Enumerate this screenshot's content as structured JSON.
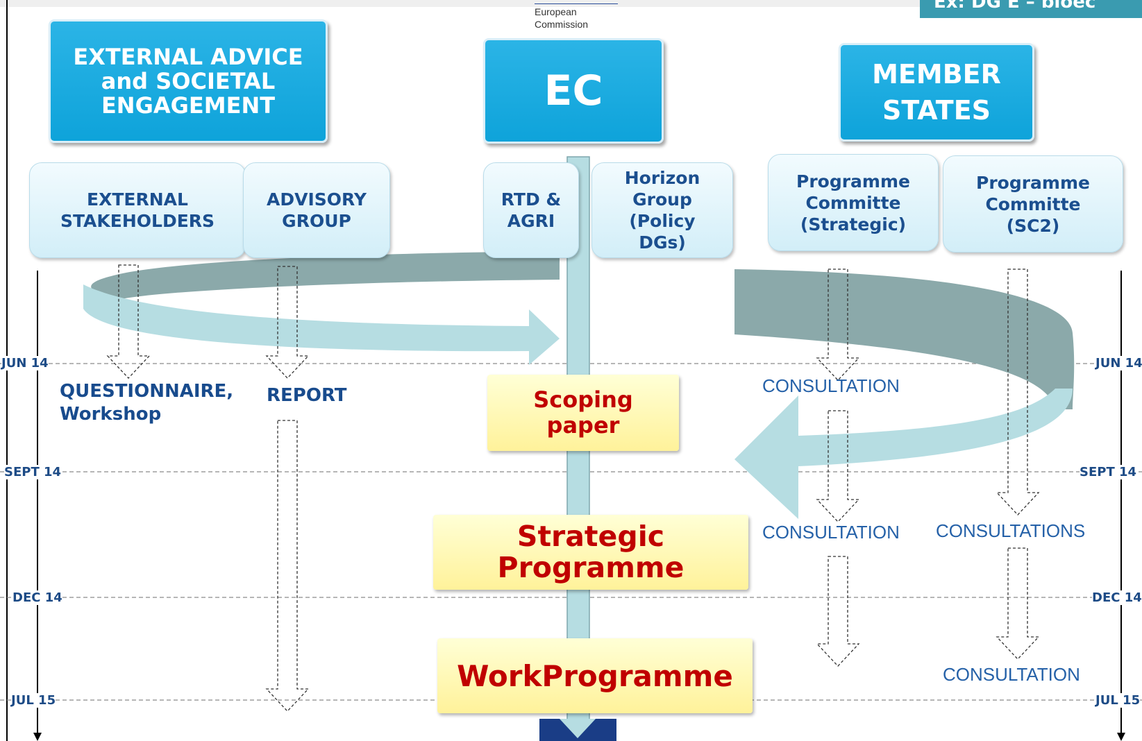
{
  "logo": {
    "line1": "European",
    "line2": "Commission"
  },
  "corner_banner": "Ex: DG E – bioec",
  "headers": {
    "external": "EXTERNAL ADVICE\nand  SOCIETAL\nENGAGEMENT",
    "ec": "EC",
    "member_states": "MEMBER\nSTATES"
  },
  "groups": {
    "external_stakeholders": "EXTERNAL\nSTAKEHOLDERS",
    "advisory_group": "ADVISORY\nGROUP",
    "rtd_agri": "RTD &\nAGRI",
    "horizon_group": "Horizon\nGroup\n(Policy\nDGs)",
    "programme_committee_strategic": "Programme\nCommitte\n(Strategic)",
    "programme_committee_sc2": "Programme\nCommitte\n(SC2)"
  },
  "outputs": {
    "questionnaire": "QUESTIONNAIRE,\nWorkshop",
    "report": "REPORT",
    "scoping_paper": "Scoping\npaper",
    "strategic_programme": "Strategic\nProgramme",
    "work_programme": "WorkProgramme",
    "consultation_1": "CONSULTATION",
    "consultation_2": "CONSULTATION",
    "consultations": "CONSULTATIONS",
    "consultation_3": "CONSULTATION"
  },
  "timeline": {
    "left": [
      "JUN 14",
      "SEPT 14",
      "DEC 14",
      "JUL 15"
    ],
    "right": [
      "JUN 14",
      "SEPT 14",
      "DEC 14",
      "JUL 15"
    ]
  },
  "colors": {
    "header_blue": "#15a9df",
    "subbox_text": "#1b4f8f",
    "output_red": "#c00000",
    "consultation_blue": "#2561a8",
    "dark_arrow": "#8aa9aa",
    "light_arrow": "#b6dde2",
    "banner": "#3a9bb0"
  }
}
